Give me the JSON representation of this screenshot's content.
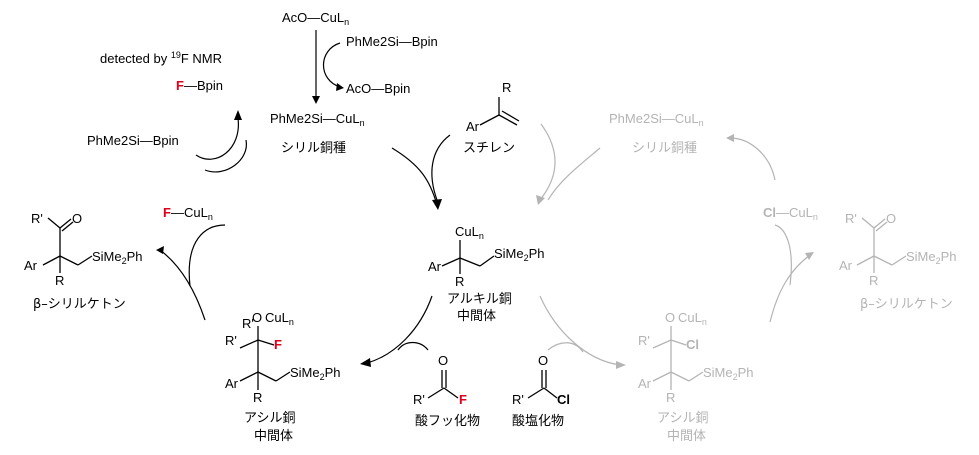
{
  "reagents": {
    "aco_cu": "AcO—CuL",
    "aco_cu_sub": "n",
    "silylborane": "PhMe2Si—Bpin",
    "aco_bpin": "AcO—Bpin",
    "detected": "detected by ",
    "detected_sup": "19",
    "detected_rest": "F NMR",
    "f_letter": "F",
    "f_bpin_rest": "—Bpin",
    "left_silylborane": "PhMe2Si—Bpin",
    "f_cu_rest": "—CuL",
    "cl_letter": "Cl",
    "cl_cu_rest": "—CuL"
  },
  "species": {
    "silyl_copper_formula": "PhMe2Si—CuL",
    "silyl_copper_label": "シリル銅種",
    "styrene_label": "スチレン",
    "alkyl_copper_label_1": "アルキル銅",
    "alkyl_copper_label_2": "中間体",
    "acyl_copper_label_1": "アシル銅",
    "acyl_copper_label_2": "中間体",
    "ketone_label": "β–シリルケトン",
    "acyl_fluoride_label": "酸フッ化物",
    "acyl_chloride_label": "酸塩化物"
  },
  "atoms": {
    "R": "R",
    "Rp": "R'",
    "Ar": "Ar",
    "O": "O",
    "F": "F",
    "Cl": "Cl",
    "CuL": "CuL",
    "n": "n",
    "SiMe2Ph": "SiMe2Ph"
  },
  "colors": {
    "fluorine": "#e0001b",
    "inactive": "#b4b4b4",
    "active": "#000000"
  }
}
